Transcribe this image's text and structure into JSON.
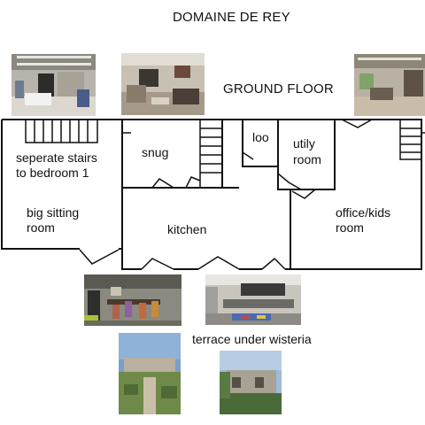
{
  "title": "DOMAINE DE REY",
  "floor_label": "GROUND FLOOR",
  "rooms": {
    "stairs_bedroom": [
      "seperate stairs",
      "to bedroom 1"
    ],
    "big_sitting": [
      "big sitting",
      "room"
    ],
    "snug": "snug",
    "loo": "loo",
    "utility": [
      "utily",
      "room"
    ],
    "kitchen": "kitchen",
    "office": [
      "office/kids",
      "room"
    ]
  },
  "terrace_label": "terrace under wisteria",
  "photos": [
    "sitting-room-photo",
    "snug-photo",
    "office-photo",
    "dining-photo",
    "kitchen-photo",
    "garden-photo",
    "terrace-photo"
  ]
}
